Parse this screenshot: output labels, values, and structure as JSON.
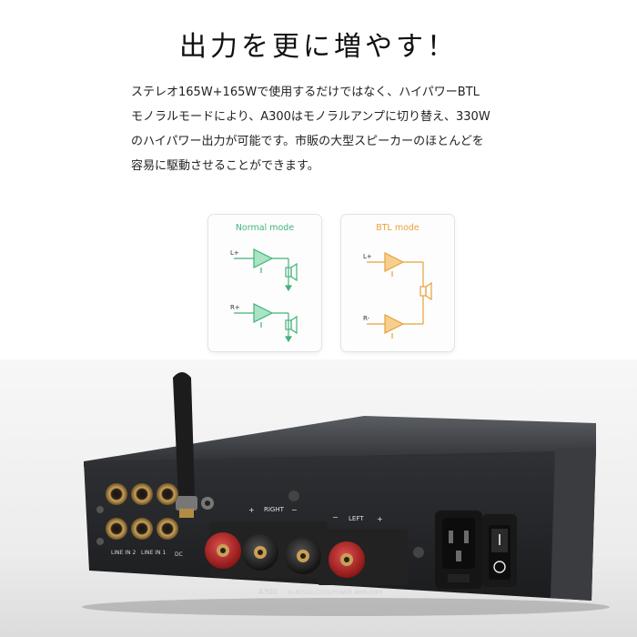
{
  "title": "出力を更に増やす！",
  "description": [
    "ステレオ165W+165Wで使用するだけではなく、ハイパワーBTL",
    "モノラルモードにより、A300はモノラルアンプに切り替え、330W",
    "のハイパワー出力が可能です。市販の大型スピーカーのほとんどを",
    "容易に駆動させることができます。"
  ],
  "normal_mode": {
    "title": "Normal mode",
    "input_top": "L+",
    "input_bottom": "R+",
    "color": "#44b37a"
  },
  "btl_mode": {
    "title": "BTL mode",
    "input_top": "L+",
    "input_bottom": "R-",
    "color": "#e8a23a"
  },
  "product_photo": {
    "panel_labels": {
      "line_in_2": "LINE IN 2",
      "line_in_1": "LINE IN 1",
      "dc": "DC",
      "right": "RIGHT",
      "left": "LEFT",
      "plus": "+",
      "minus": "−",
      "model": "A300",
      "subtitle": "HI-RESOLUTION POWER AMPLIFIER"
    },
    "icons": [
      "antenna-icon",
      "rca-jack-icon",
      "speaker-terminal-icon",
      "power-socket-icon",
      "power-switch-icon"
    ]
  }
}
